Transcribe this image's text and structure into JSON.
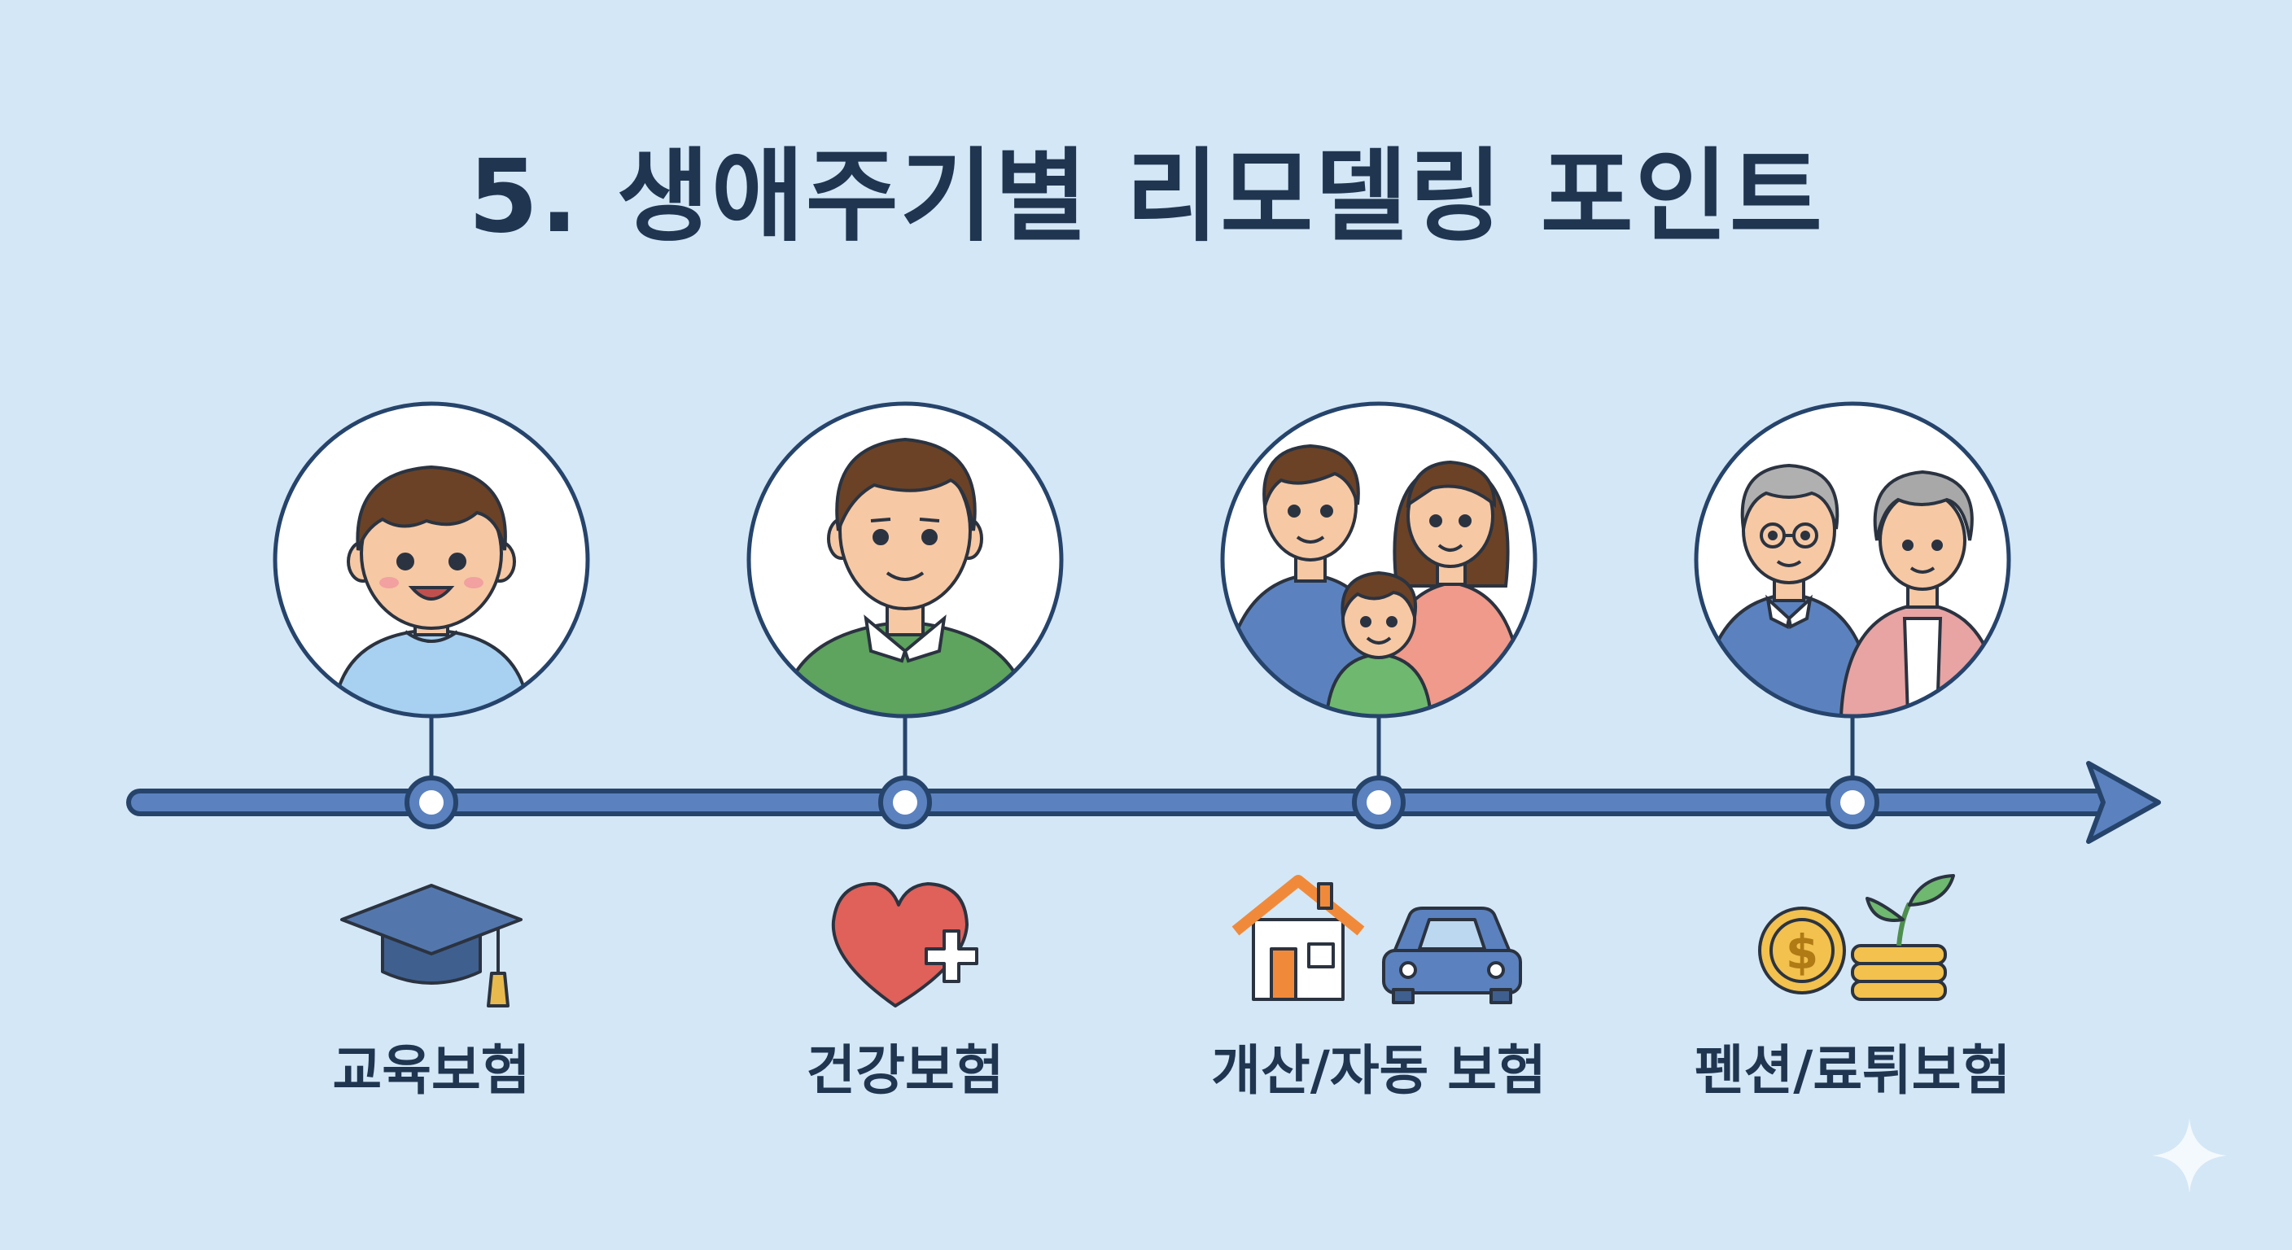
{
  "title": "5. 생애주기별 리모델링 포인트",
  "colors": {
    "background": "#d4e7f6",
    "timeline": "#5b82bf",
    "timeline_dark": "#26446b",
    "title": "#1f3550"
  },
  "stages": [
    {
      "label": "교육보험",
      "portrait": "child-portrait",
      "icon": "graduation-cap-icon"
    },
    {
      "label": "건강보험",
      "portrait": "young-adult-portrait",
      "icon": "heart-plus-icon"
    },
    {
      "label": "개산/자동 보험",
      "portrait": "family-portrait",
      "icon": "house-car-icon"
    },
    {
      "label": "펜션/료튀보험",
      "portrait": "elderly-couple-portrait",
      "icon": "coins-sprout-icon"
    }
  ]
}
